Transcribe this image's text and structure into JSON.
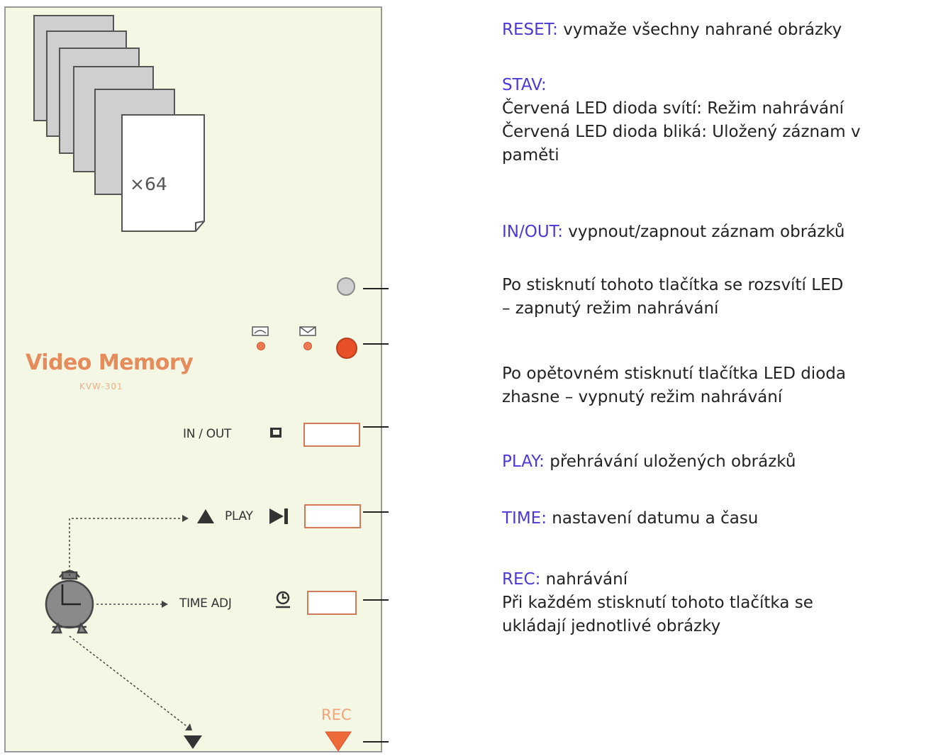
{
  "device": {
    "brand": "Video Memory",
    "model": "KVW-301",
    "copies": "×64",
    "in_out_label": "IN / OUT",
    "play_label": "PLAY",
    "time_adj_label": "TIME ADJ",
    "rec_label": "REC"
  },
  "descriptions": {
    "reset": {
      "key": "RESET:",
      "text": " vymaže všechny nahrané obrázky"
    },
    "stav": {
      "key": "STAV:",
      "line1": "Červená LED dioda svítí: Režim nahrávání",
      "line2": "Červená LED dioda bliká: Uložený záznam v",
      "line3": "paměti"
    },
    "in_out": {
      "key": "IN/OUT:",
      "text": " vypnout/zapnout záznam obrázků",
      "p1_line1": "Po stisknutí tohoto tlačítka se rozsvítí LED",
      "p1_line2": "– zapnutý režim nahrávání",
      "p2_line1": "Po opětovném stisknutí tlačítka LED dioda",
      "p2_line2": "zhasne – vypnutý režim nahrávání"
    },
    "play": {
      "key": "PLAY:",
      "text": " přehrávání uložených obrázků"
    },
    "time": {
      "key": "TIME:",
      "text": " nastavení datumu a času"
    },
    "rec": {
      "key": "REC:",
      "text": " nahrávání",
      "line2": "Při každém stisknutí tohoto tlačítka se",
      "line3": "ukládají jednotlivé obrázky"
    }
  },
  "colors": {
    "panel": "#f4f7e4",
    "accent": "#e8502a",
    "keyword": "#4b39d6"
  }
}
